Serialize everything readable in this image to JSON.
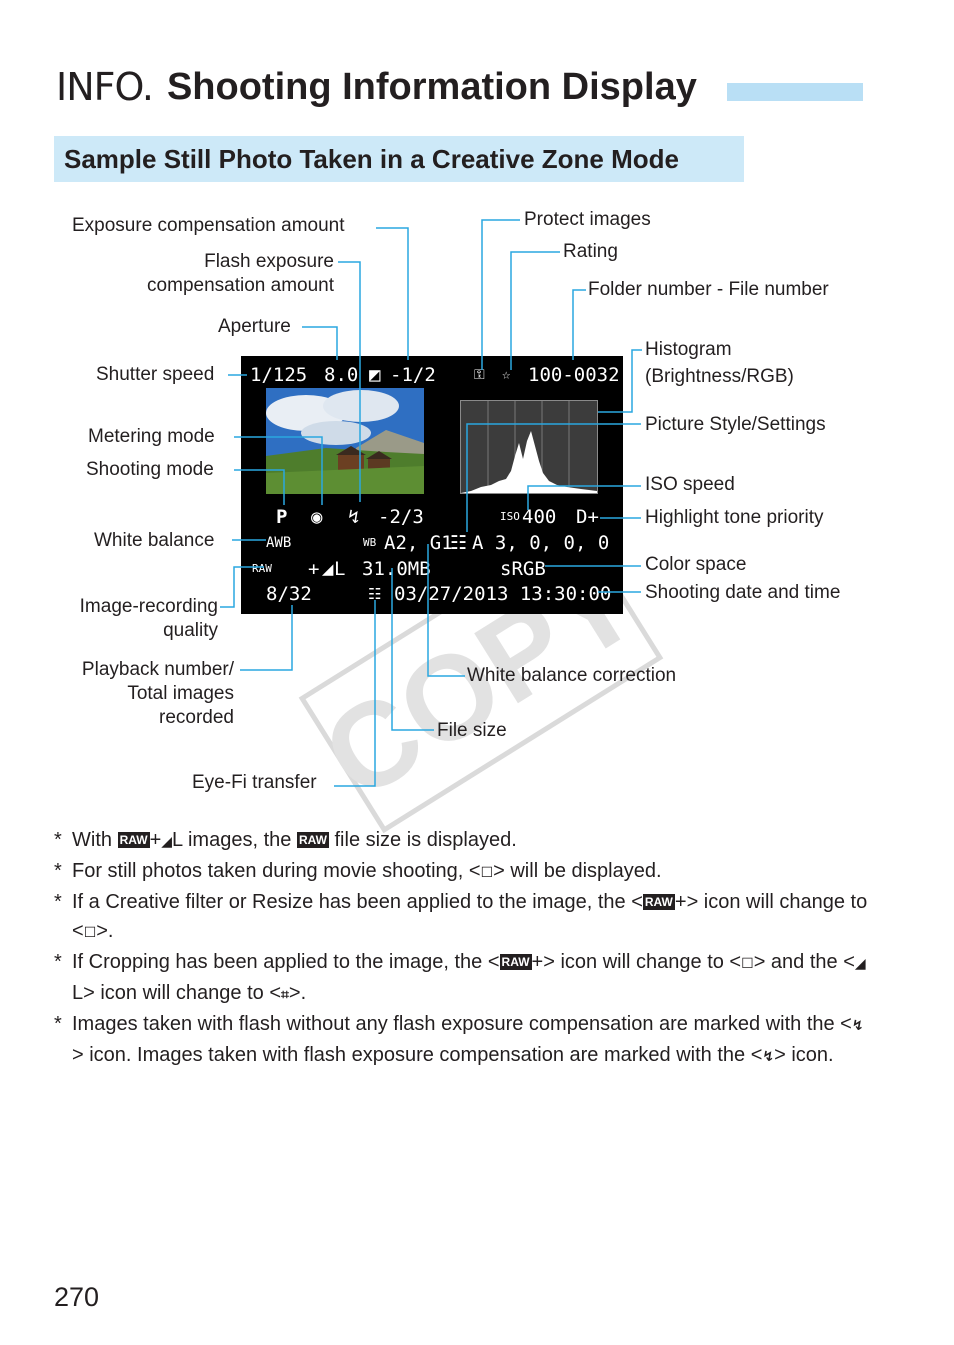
{
  "header": {
    "info_glyph": "INFO.",
    "title": "Shooting Information Display",
    "subtitle": "Sample Still Photo Taken in a Creative Zone Mode"
  },
  "labels": {
    "exposure_comp": "Exposure compensation amount",
    "flash_comp_1": "Flash exposure",
    "flash_comp_2": "compensation amount",
    "aperture": "Aperture",
    "shutter_speed": "Shutter speed",
    "metering_mode": "Metering mode",
    "shooting_mode": "Shooting mode",
    "white_balance": "White balance",
    "image_quality_1": "Image-recording",
    "image_quality_2": "quality",
    "playback_1": "Playback number/",
    "playback_2": "Total images",
    "playback_3": "recorded",
    "eyefi": "Eye-Fi transfer",
    "protect": "Protect images",
    "rating": "Rating",
    "folder_file": "Folder number - File number",
    "histogram_1": "Histogram",
    "histogram_2": "(Brightness/RGB)",
    "picture_style": "Picture Style/Settings",
    "iso": "ISO speed",
    "highlight": "Highlight tone priority",
    "color_space": "Color space",
    "date_time": "Shooting date and time",
    "wb_correction": "White balance correction",
    "file_size": "File size"
  },
  "screen": {
    "shutter": "1/125",
    "aperture": "8.0",
    "exp_comp": "-1/2",
    "folder_file": "100-0032",
    "shoot_mode": "P",
    "flash_comp": "-2/3",
    "iso": "400",
    "highlight": "D+",
    "wb": "AWB",
    "wb_shift": "A2, G1",
    "picture_style": "A 3,  0,  0,  0",
    "quality_suffix": "+",
    "quality_size": "L",
    "file_size": "31.0MB",
    "color_space": "sRGB",
    "playback": "8/32",
    "datetime": "03/27/2013 13:30:00"
  },
  "notes": [
    {
      "a": "With ",
      "b": "+",
      "c": "L",
      "d": " images, the ",
      "e": " file size is displayed."
    },
    {
      "a": "For still photos taken during movie shooting, <",
      "b": "> will be displayed."
    },
    {
      "a": "If a Creative filter or Resize has been applied to the image, the <",
      "b": "+> icon will change to <",
      "c": ">."
    },
    {
      "a": "If Cropping has been applied to the image, the <",
      "b": "+> icon will change to <",
      "c": "> and the <",
      "d": "L> icon will change to <",
      "e": ">."
    },
    {
      "a": "Images taken with flash without any flash exposure compensation are marked with the <",
      "b": "> icon. Images taken with flash exposure compensation are marked with the <",
      "c": "> icon."
    }
  ],
  "icons": {
    "raw": "RAW",
    "movie": "movie-still-icon",
    "filter": "filter-icon",
    "crop": "crop-icon",
    "flash": "flash-icon",
    "flash_comp": "flash-comp-icon"
  },
  "watermark": "COPY",
  "page_number": "270",
  "colors": {
    "header_bar": "#b9dff5",
    "subhead_bg": "#cde9f8",
    "leader": "#2aa7e0"
  }
}
